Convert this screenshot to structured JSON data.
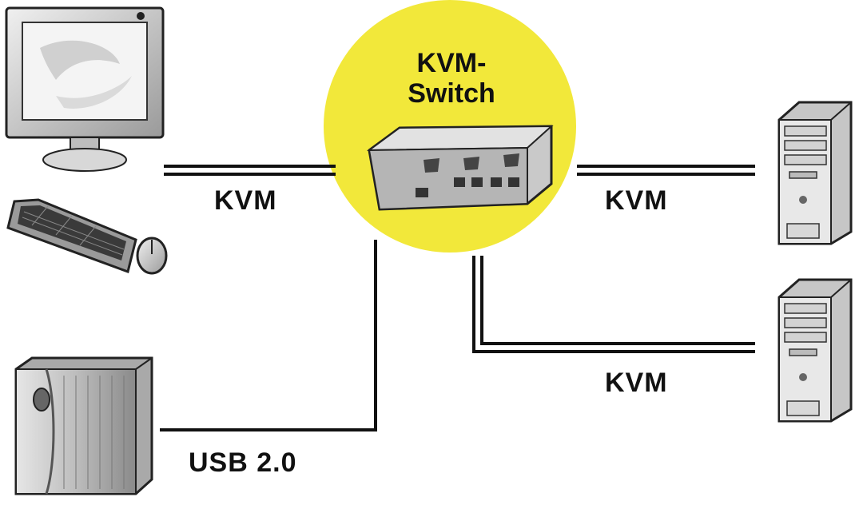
{
  "switch": {
    "title_line1": "KVM-",
    "title_line2": "Switch"
  },
  "connections": {
    "monitor_to_switch": "KVM",
    "switch_to_pc1": "KVM",
    "switch_to_pc2": "KVM",
    "storage_to_switch": "USB 2.0"
  },
  "colors": {
    "switch_circle": "#f2e83a",
    "cable": "#111111",
    "device_gray": "#c8c8c8"
  },
  "icons": [
    "monitor-icon",
    "keyboard-icon",
    "mouse-icon",
    "kvm-switch-icon",
    "pc-tower-icon",
    "external-drive-icon"
  ]
}
